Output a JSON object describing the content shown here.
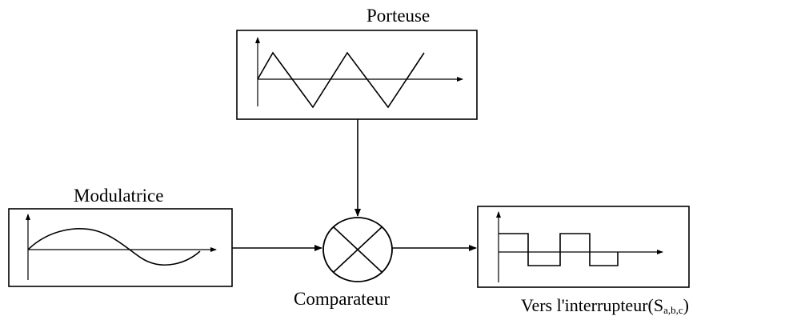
{
  "labels": {
    "porteuse": "Porteuse",
    "modulatrice": "Modulatrice",
    "comparateur": "Comparateur",
    "vers_main": "Vers l'interrupteur(S",
    "vers_subscript": "a,b,c",
    "vers_close": ")"
  },
  "colors": {
    "stroke": "#000000",
    "background": "#ffffff"
  },
  "icons": {
    "comparator": "circle-cross-icon"
  }
}
